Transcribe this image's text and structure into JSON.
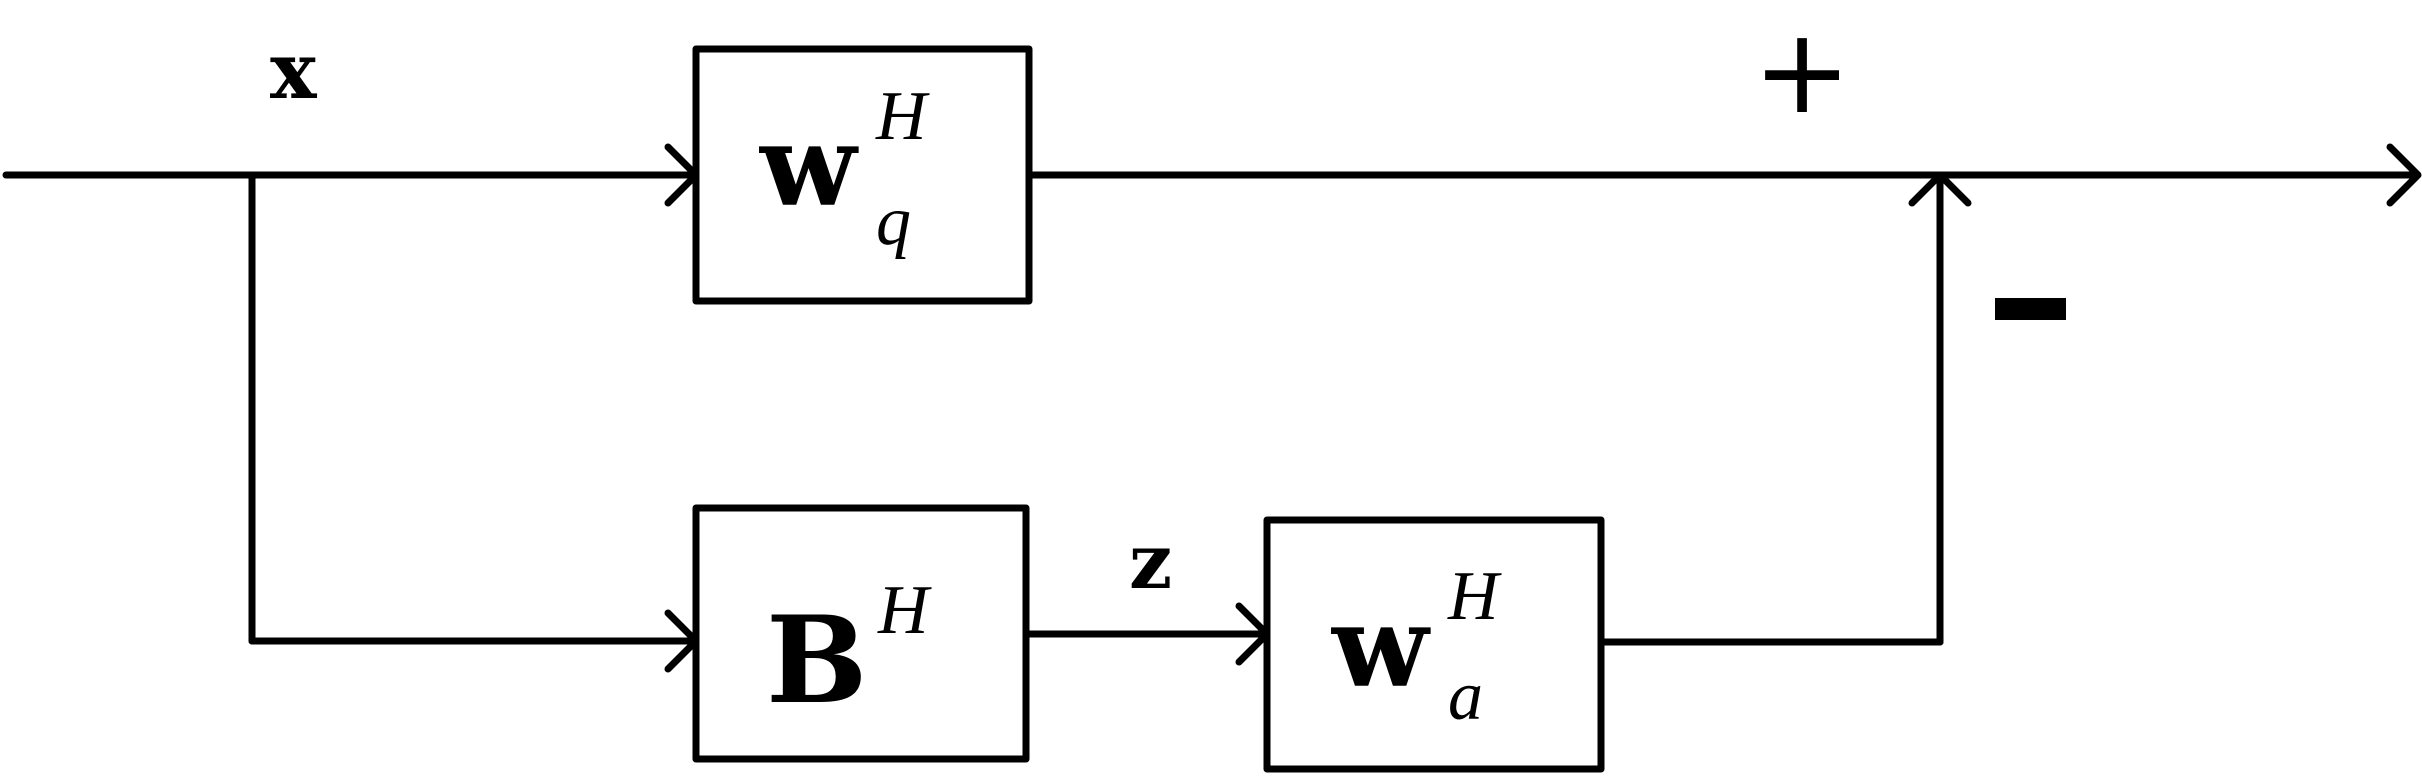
{
  "signals": {
    "input": "x",
    "intermediate": "z"
  },
  "blocks": {
    "wq": {
      "main": "w",
      "superscript": "H",
      "subscript": "q"
    },
    "b": {
      "main": "B",
      "superscript": "H"
    },
    "wa": {
      "main": "w",
      "superscript": "H",
      "subscript": "a"
    }
  },
  "summing_junction": {
    "plus_sign": "+",
    "minus_sign": "-"
  },
  "colors": {
    "stroke": "#000000",
    "background": "#ffffff"
  }
}
